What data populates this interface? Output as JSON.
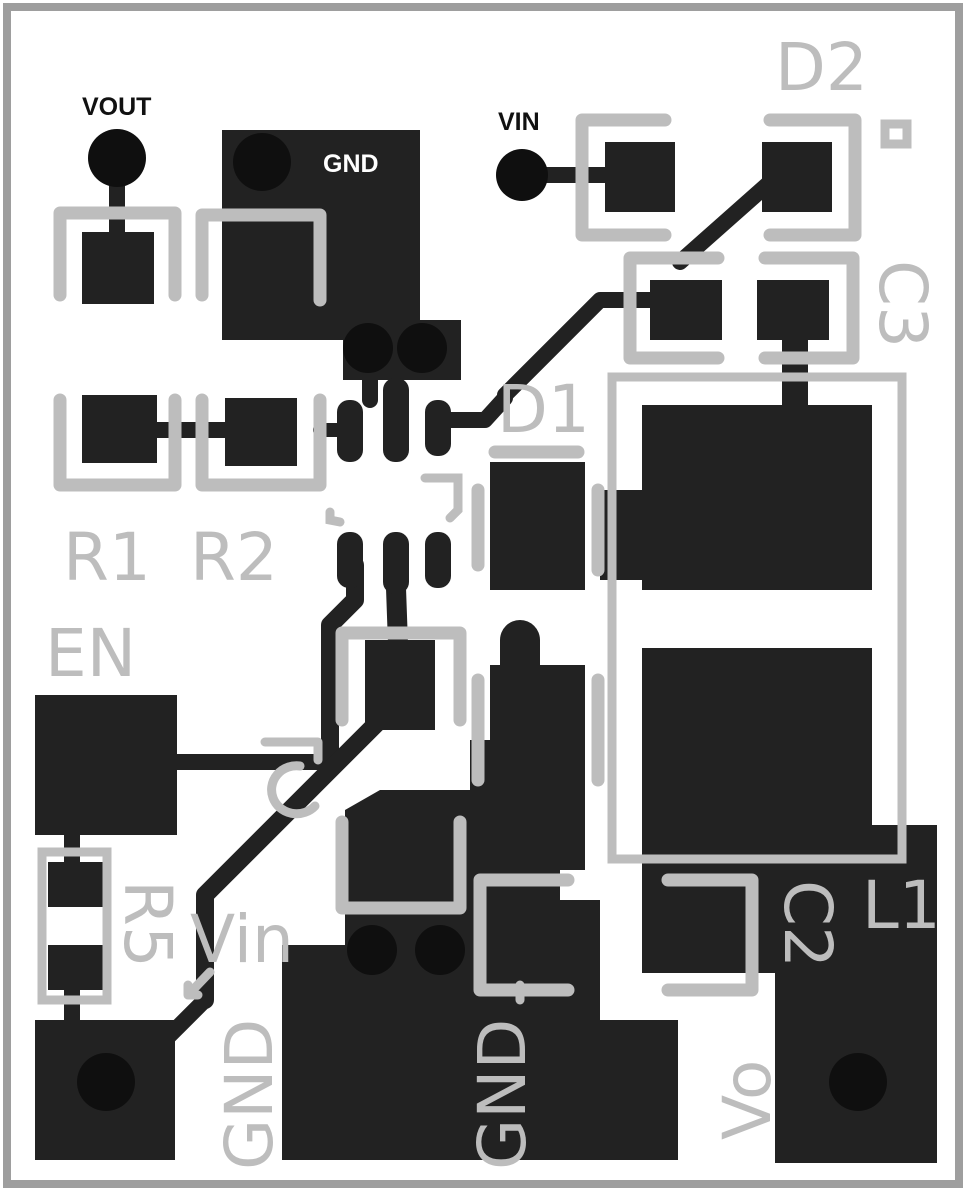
{
  "board": {
    "outline_color": "#9e9e9e",
    "copper_color": "#222222",
    "silkscreen_color": "#bdbdbd",
    "background_color": "#ffffff"
  },
  "net_labels": {
    "vout": "VOUT",
    "gnd": "GND",
    "vin": "VIN"
  },
  "silkscreen": {
    "d2": "D2",
    "c3": "C3",
    "d1": "D1",
    "r1": "R1",
    "r2": "R2",
    "en": "EN",
    "c1": "C1",
    "r5": "R5",
    "vin": "Vin",
    "c2": "C2",
    "l1": "L1",
    "gnd_left": "GND",
    "gnd_right": "GND",
    "vo": "Vo"
  }
}
